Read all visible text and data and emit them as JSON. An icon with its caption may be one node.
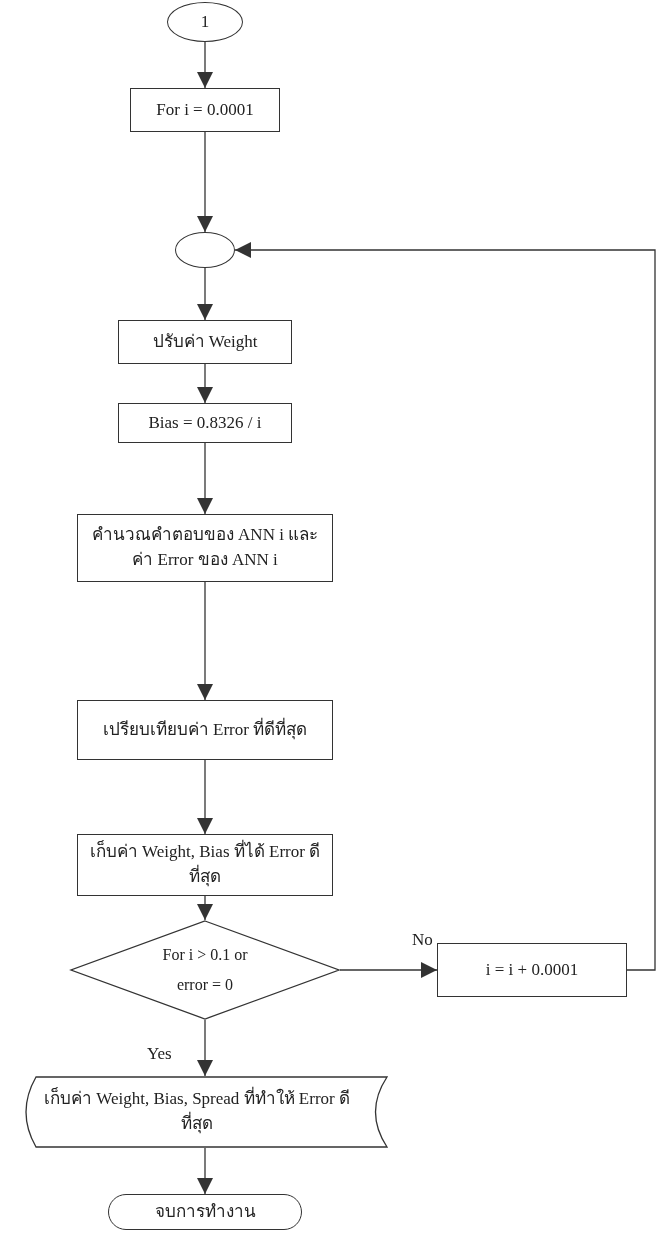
{
  "diagram": {
    "nodes": [
      {
        "text": [
          "1"
        ]
      },
      {
        "text": [
          "For i = 0.0001"
        ]
      },
      {
        "text": [],
        "shape": "circle"
      },
      {
        "text": [
          "ปรับค่า Weight"
        ]
      },
      {
        "text": [
          "Bias = 0.8326 / i"
        ]
      },
      {
        "text": [
          "คำนวณคำตอบของ ANN i และค่า Error ของ ANN i"
        ]
      },
      {
        "text": [
          "เปรียบเทียบค่า Error ที่ดีที่สุด"
        ]
      },
      {
        "text": [
          "เก็บค่า Weight, Bias ที่ได้ Error ดีที่สุด"
        ]
      },
      {
        "text": [
          "For i > 0.1 or error = 0"
        ]
      },
      {
        "text": [
          "i = i + 0.0001"
        ]
      },
      {
        "text": [
          "เก็บค่า Weight, Bias, Spread ที่ทำให้ Error ดีที่สุด"
        ]
      },
      {
        "text": [
          "จบการทำงาน"
        ]
      }
    ],
    "edges": [
      {
        "from": 0,
        "to": 1,
        "arrow": "to"
      },
      {
        "from": 1,
        "to": 2,
        "arrow": "to"
      },
      {
        "from": 2,
        "to": 3,
        "arrow": "to"
      },
      {
        "from": 3,
        "to": 4,
        "arrow": "to"
      },
      {
        "from": 4,
        "to": 5,
        "arrow": "to"
      },
      {
        "from": 5,
        "to": 6,
        "arrow": "to"
      },
      {
        "from": 6,
        "to": 7,
        "arrow": "to"
      },
      {
        "from": 7,
        "to": 8,
        "arrow": "to"
      },
      {
        "from": 8,
        "to": 9,
        "label": "No",
        "arrow": "to"
      },
      {
        "from": 9,
        "to": 2,
        "arrow": "to"
      },
      {
        "from": 8,
        "to": 10,
        "label": "Yes",
        "arrow": "to"
      },
      {
        "from": 10,
        "to": 11,
        "arrow": "to"
      }
    ]
  }
}
